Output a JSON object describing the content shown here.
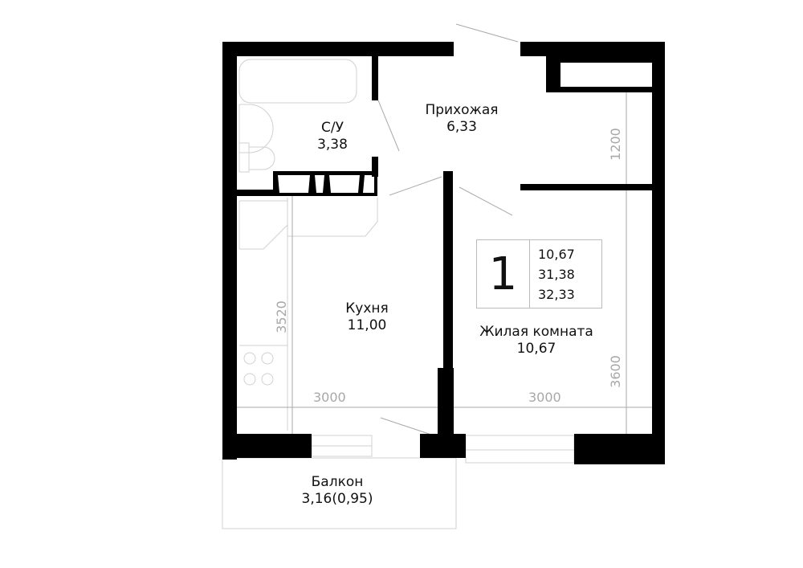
{
  "rooms": {
    "bathroom": {
      "name": "С/У",
      "area": "3,38"
    },
    "hall": {
      "name": "Прихожая",
      "area": "6,33"
    },
    "kitchen": {
      "name": "Кухня",
      "area": "11,00"
    },
    "living": {
      "name": "Жилая комната",
      "area": "10,67"
    },
    "balcony": {
      "name": "Балкон",
      "area": "3,16(0,95)"
    }
  },
  "info_box": {
    "room_count": "1",
    "living_area": "10,67",
    "total_area": "31,38",
    "total_with_balcony": "32,33"
  },
  "dimensions": {
    "wardrobe_depth": "1200",
    "kitchen_length": "3520",
    "kitchen_width": "3000",
    "room_width": "3000",
    "room_length": "3600"
  },
  "colors": {
    "wall": "#000000",
    "dimension": "#a8a8a8",
    "fixture": "#cccccc"
  }
}
